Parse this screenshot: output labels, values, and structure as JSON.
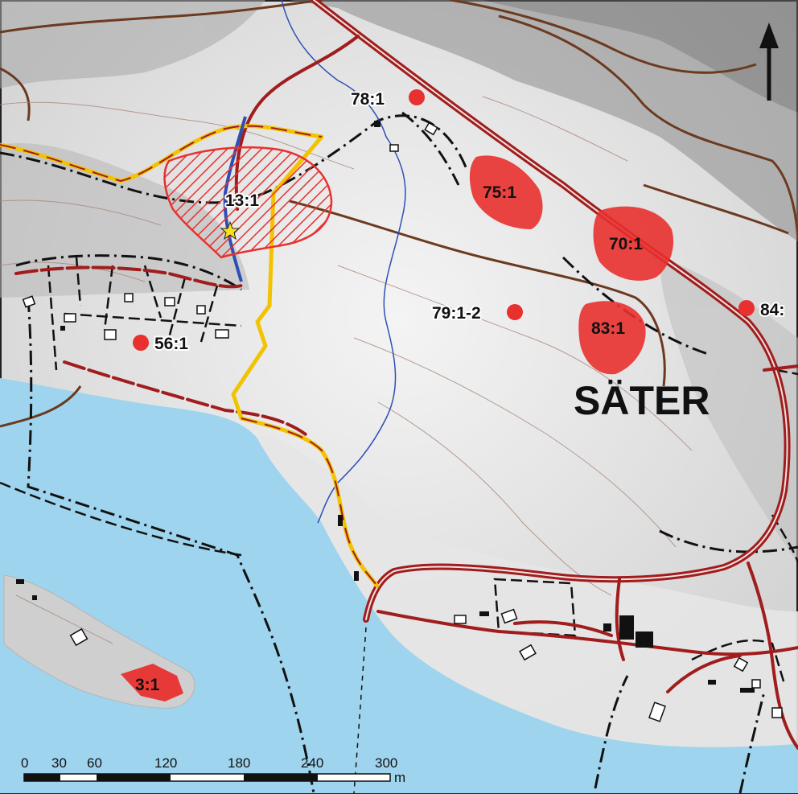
{
  "map": {
    "place_name": "SÄTER",
    "sites": [
      {
        "id": "site-78-1",
        "label": "78:1",
        "kind": "point"
      },
      {
        "id": "site-75-1",
        "label": "75:1",
        "kind": "area"
      },
      {
        "id": "site-70-1",
        "label": "70:1",
        "kind": "area"
      },
      {
        "id": "site-13-1",
        "label": "13:1",
        "kind": "hatched-area"
      },
      {
        "id": "site-79-1-2",
        "label": "79:1-2",
        "kind": "point"
      },
      {
        "id": "site-83-1",
        "label": "83:1",
        "kind": "area"
      },
      {
        "id": "site-84",
        "label": "84:",
        "kind": "point"
      },
      {
        "id": "site-56-1",
        "label": "56:1",
        "kind": "point"
      },
      {
        "id": "site-3-1",
        "label": "3:1",
        "kind": "area"
      }
    ],
    "north_arrow_icon": "north-arrow-icon",
    "marker_icon": "star-icon",
    "scale_bar": {
      "ticks": [
        "0",
        "30",
        "60",
        "120",
        "180",
        "240",
        "300"
      ],
      "unit": "m"
    },
    "colors": {
      "water": "#9fd4ee",
      "terrain": "#e9e9e9",
      "road": "#a11d1d",
      "contour": "#6b3a1f",
      "trail": "#f2c300",
      "stream": "#2d4fb5",
      "site_fill": "#e8312f",
      "boundary": "#111111"
    }
  }
}
